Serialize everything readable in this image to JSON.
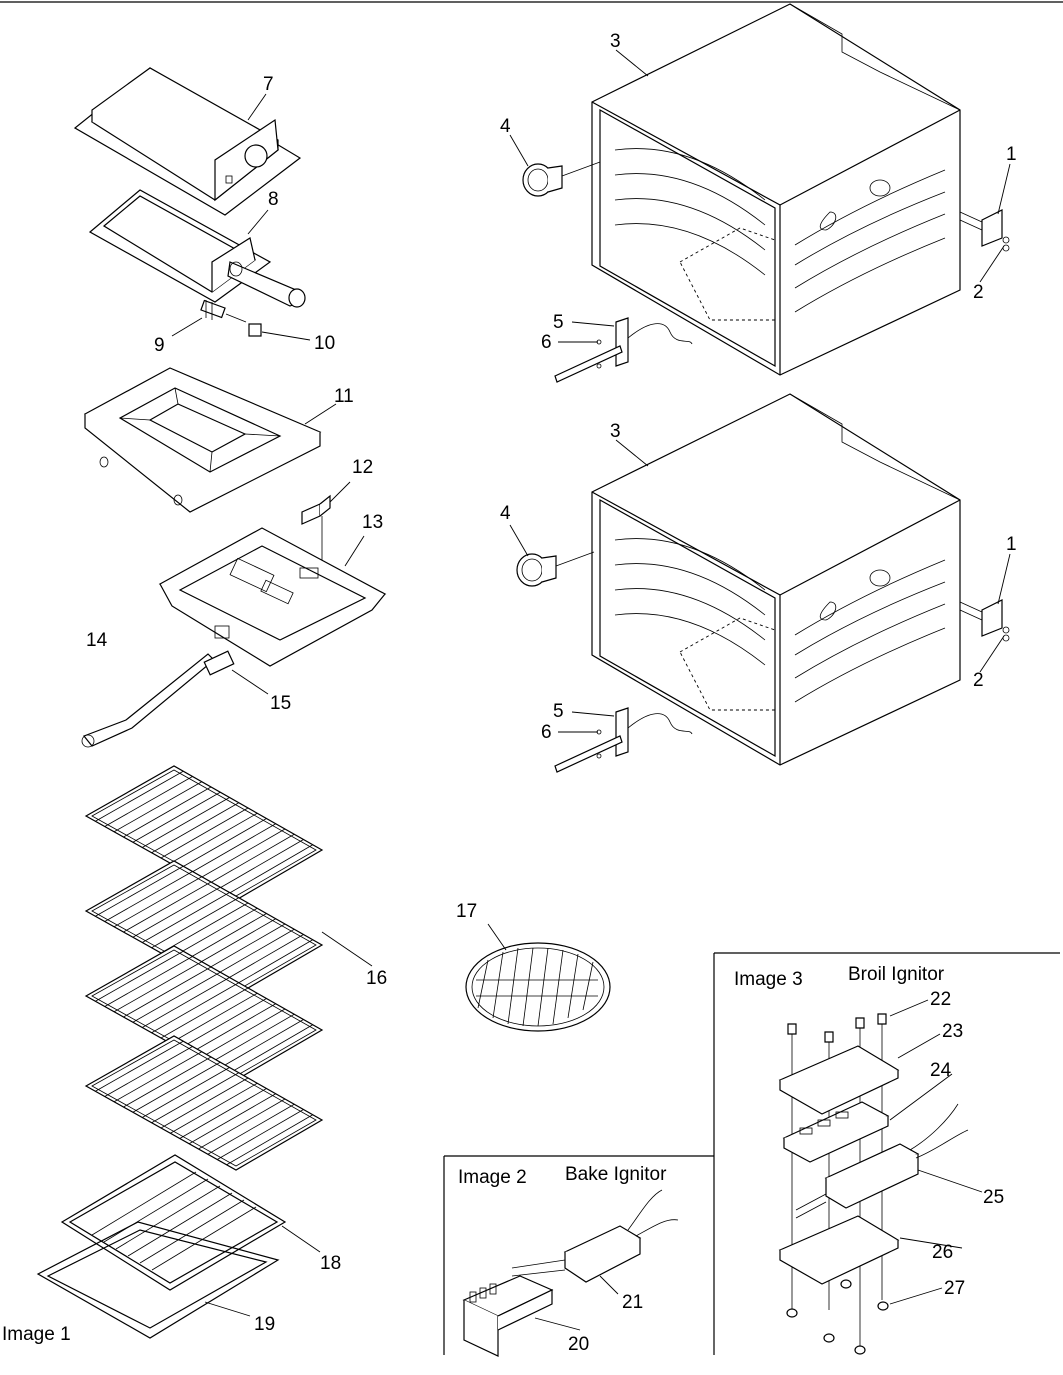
{
  "images": {
    "image1": "Image 1",
    "image2": "Image 2",
    "image3": "Image 3"
  },
  "titles": {
    "bake_ignitor": "Bake Ignitor",
    "broil_ignitor": "Broil Ignitor"
  },
  "callouts": {
    "c1a": "1",
    "c2a": "2",
    "c3a": "3",
    "c4a": "4",
    "c5a": "5",
    "c6a": "6",
    "c1b": "1",
    "c2b": "2",
    "c3b": "3",
    "c4b": "4",
    "c5b": "5",
    "c6b": "6",
    "c7": "7",
    "c8": "8",
    "c9": "9",
    "c10": "10",
    "c11": "11",
    "c12": "12",
    "c13": "13",
    "c14": "14",
    "c15": "15",
    "c16": "16",
    "c17": "17",
    "c18": "18",
    "c19": "19",
    "c20": "20",
    "c21": "21",
    "c22": "22",
    "c23": "23",
    "c24": "24",
    "c25": "25",
    "c26": "26",
    "c27": "27"
  }
}
